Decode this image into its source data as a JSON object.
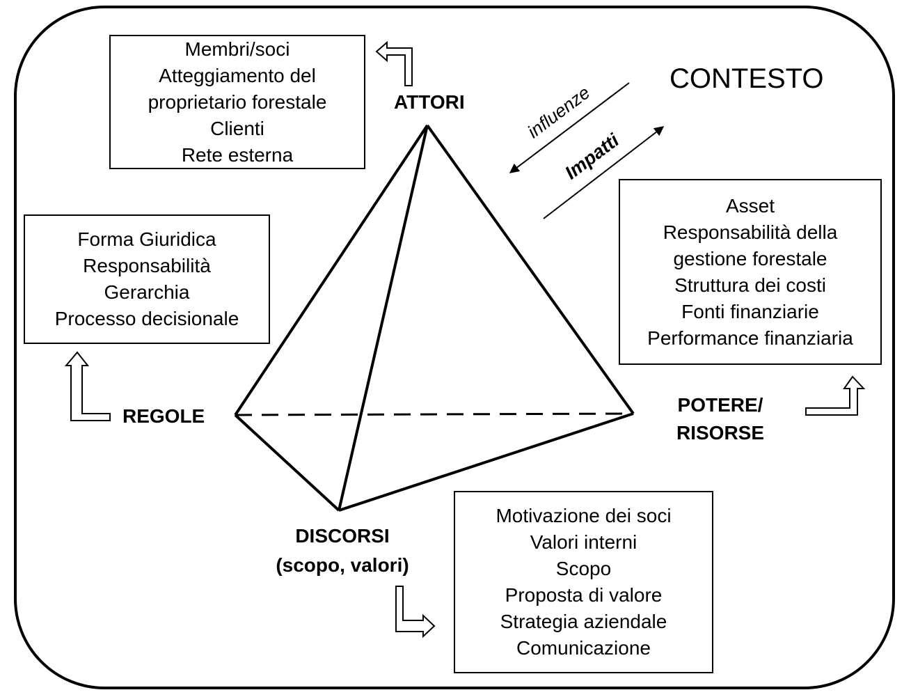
{
  "context_label": "CONTESTO",
  "flow": {
    "influences": "influenze",
    "impacts": "Impatti"
  },
  "vertices": {
    "actors": "ATTORI",
    "rules": "REGOLE",
    "power_line1": "POTERE/",
    "power_line2": "RISORSE",
    "discourses_line1": "DISCORSI",
    "discourses_line2": "(scopo, valori)"
  },
  "boxes": {
    "actors": [
      "Membri/soci",
      "Atteggiamento del",
      "proprietario forestale",
      "Clienti",
      "Rete esterna"
    ],
    "rules": [
      "Forma Giuridica",
      "Responsabilità",
      "Gerarchia",
      "Processo decisionale"
    ],
    "power": [
      "Asset",
      "Responsabilità della",
      "gestione forestale",
      "Struttura dei costi",
      "Fonti finanziarie",
      "Performance finanziaria"
    ],
    "discourses": [
      "Motivazione dei soci",
      "Valori interni",
      "Scopo",
      "Proposta di valore",
      "Strategia aziendale",
      "Comunicazione"
    ]
  },
  "icons": [
    "hollow-arrow-left-icon",
    "hollow-arrow-up-icon",
    "hollow-arrow-right-icon",
    "influence-arrow-icon",
    "impact-arrow-icon"
  ]
}
